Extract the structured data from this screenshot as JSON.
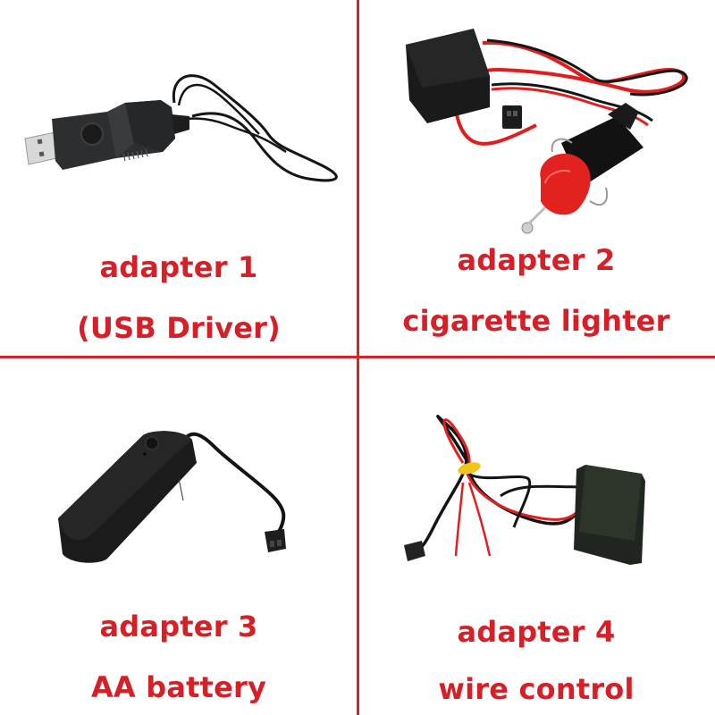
{
  "colors": {
    "divider": "#d3262b",
    "label_text": "#d61f26",
    "background": "#ffffff"
  },
  "panels": [
    {
      "position": "top-left",
      "title": "adapter 1",
      "subtitle": "(USB Driver)",
      "image": "usb-driver-adapter-photo"
    },
    {
      "position": "top-right",
      "title": "adapter 2",
      "subtitle": "cigarette lighter",
      "image": "cigarette-lighter-adapter-photo"
    },
    {
      "position": "bottom-left",
      "title": "adapter 3",
      "subtitle": "AA battery",
      "image": "aa-battery-box-adapter-photo"
    },
    {
      "position": "bottom-right",
      "title": "adapter 4",
      "subtitle": "wire control",
      "image": "wire-control-inverter-photo"
    }
  ]
}
